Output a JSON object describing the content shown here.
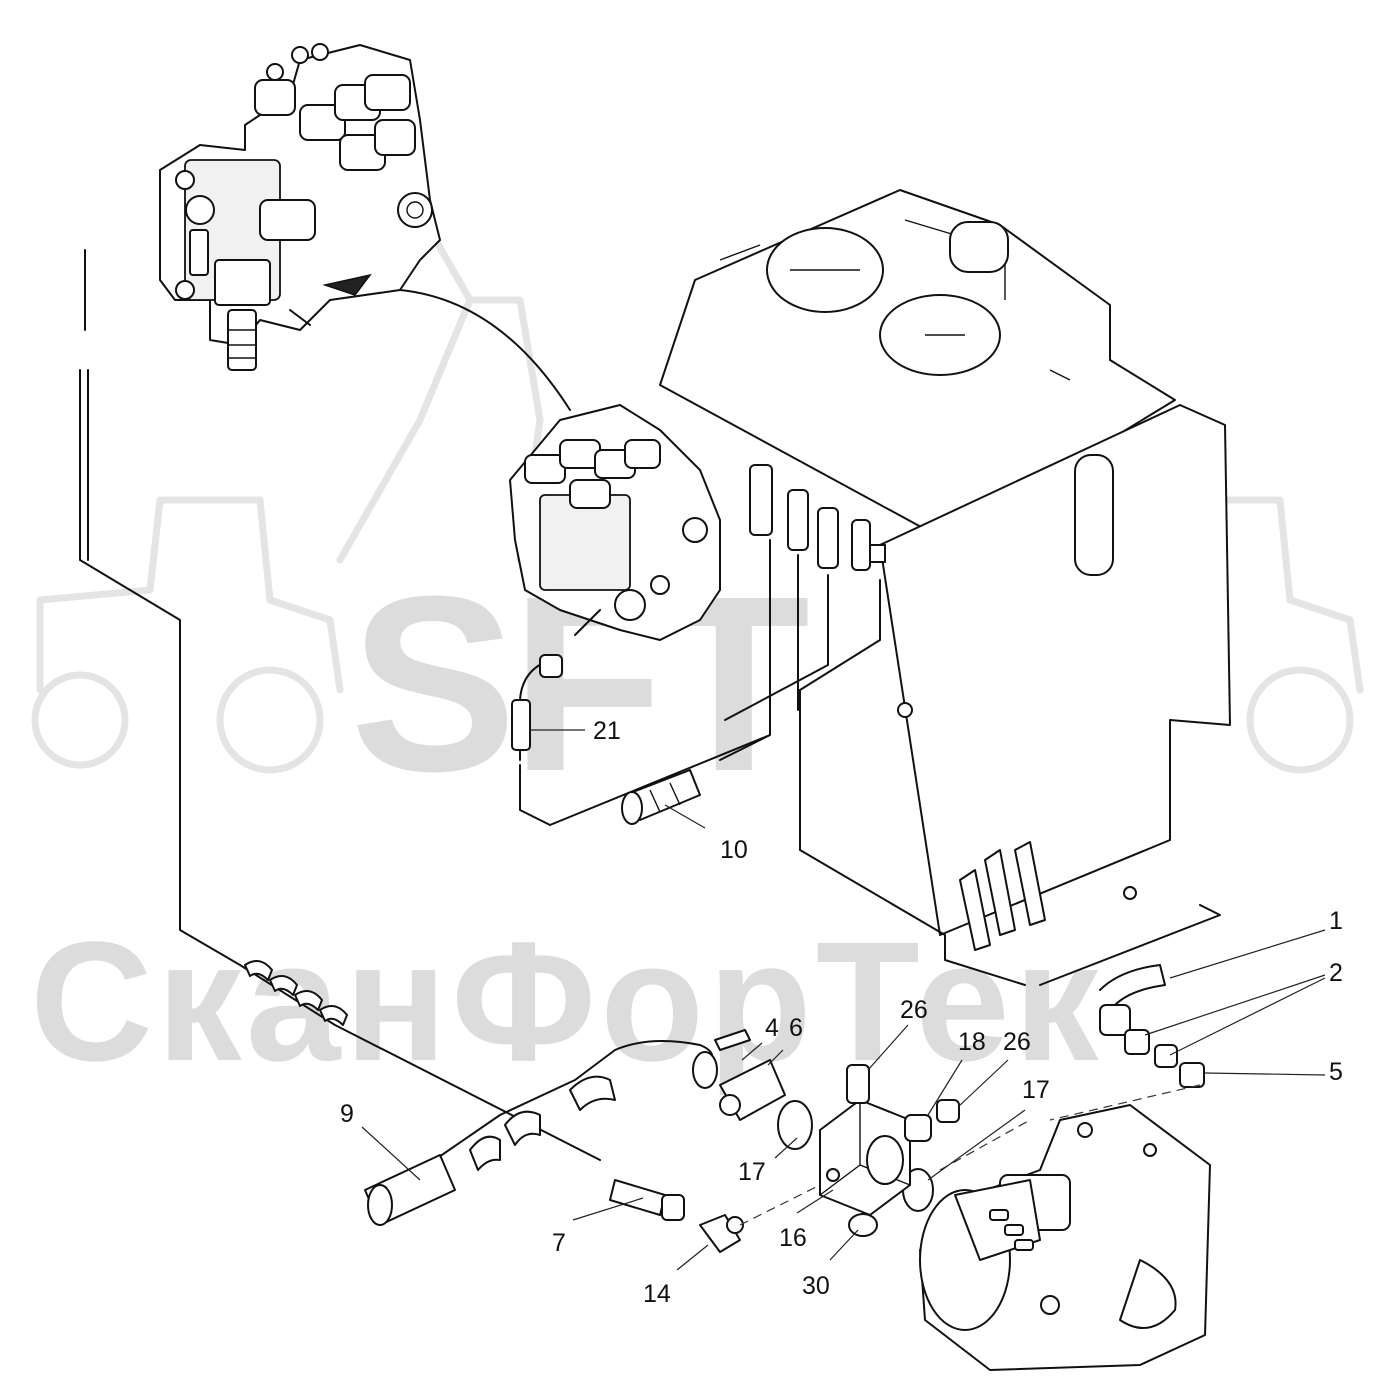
{
  "watermark": {
    "logo_text": "SFT",
    "brand_text": "СканФорТек"
  },
  "callouts": [
    {
      "id": "c1",
      "label": "1"
    },
    {
      "id": "c2",
      "label": "2"
    },
    {
      "id": "c5",
      "label": "5"
    },
    {
      "id": "c4",
      "label": "4"
    },
    {
      "id": "c6",
      "label": "6"
    },
    {
      "id": "c26a",
      "label": "26"
    },
    {
      "id": "c18",
      "label": "18"
    },
    {
      "id": "c26b",
      "label": "26"
    },
    {
      "id": "c17a",
      "label": "17"
    },
    {
      "id": "c17b",
      "label": "17"
    },
    {
      "id": "c9",
      "label": "9"
    },
    {
      "id": "c7",
      "label": "7"
    },
    {
      "id": "c14",
      "label": "14"
    },
    {
      "id": "c16",
      "label": "16"
    },
    {
      "id": "c30",
      "label": "30"
    },
    {
      "id": "c10",
      "label": "10"
    },
    {
      "id": "c21",
      "label": "21"
    }
  ],
  "colors": {
    "line": "#111111",
    "watermark": "#dcdcdc",
    "background": "#ffffff"
  }
}
